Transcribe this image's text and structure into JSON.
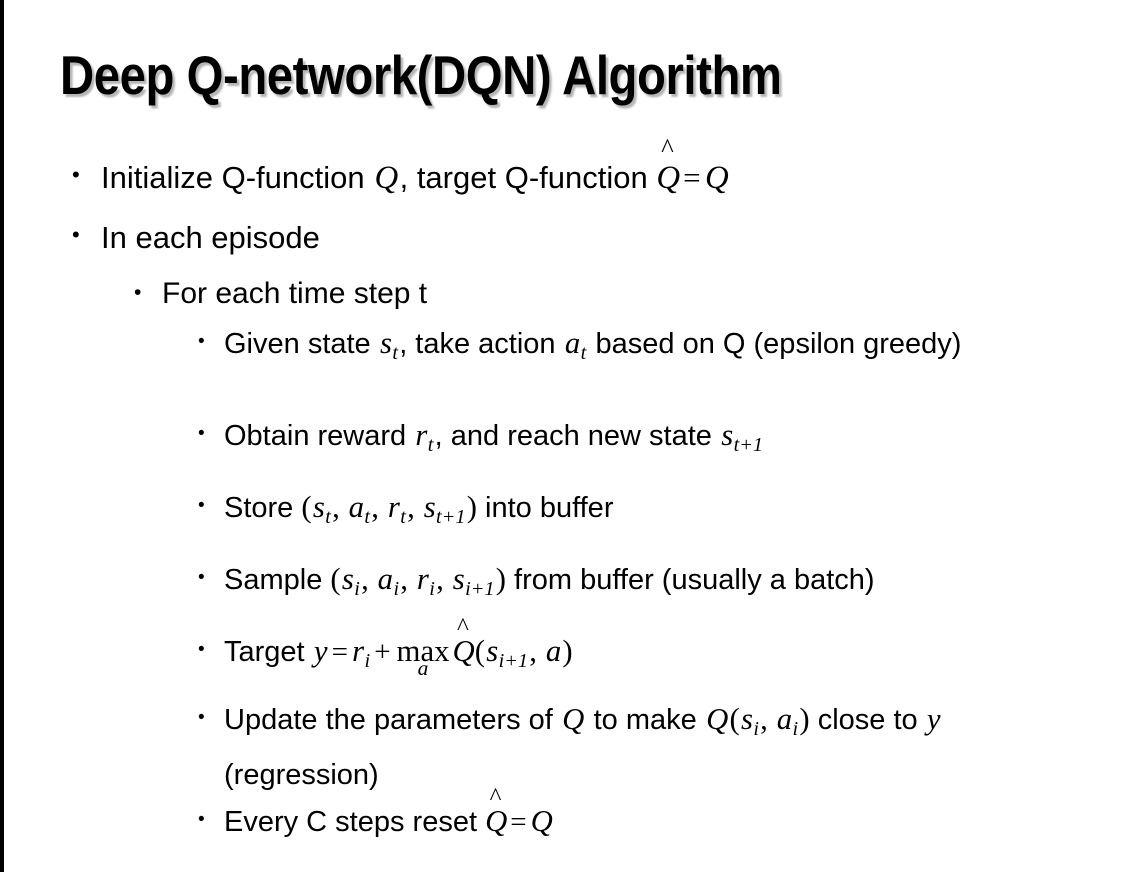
{
  "slide": {
    "title": "Deep Q-network(DQN) Algorithm",
    "background_color": "#ffffff",
    "text_color": "#000000",
    "left_border_color": "#000000",
    "bullet_glyph": "•"
  },
  "bullets": {
    "b1": {
      "level": 1,
      "pre": "Initialize Q-function ",
      "var_q1": "Q",
      "mid": ", target Q-function ",
      "qhat": "Q",
      "hat": "^",
      "eq": "=",
      "var_q2": "Q"
    },
    "b2": {
      "level": 1,
      "text": "In each episode"
    },
    "b3": {
      "level": 2,
      "text": "For each time step t"
    },
    "b4": {
      "level": 3,
      "pre": "Given state ",
      "s": "s",
      "s_sub": "t",
      "mid": ", take action ",
      "a": "a",
      "a_sub": "t",
      "post": " based on Q (epsilon greedy)"
    },
    "b5": {
      "level": 3,
      "pre": "Obtain reward ",
      "r": "r",
      "r_sub": "t",
      "mid": ", and reach new state ",
      "s": "s",
      "s_sub": "t+1"
    },
    "b6": {
      "level": 3,
      "pre": "Store ",
      "open": "(",
      "s1": "s",
      "s1_sub": "t",
      "c1": ", ",
      "a1": "a",
      "a1_sub": "t",
      "c2": ", ",
      "r1": "r",
      "r1_sub": "t",
      "c3": ", ",
      "s2": "s",
      "s2_sub": "t+1",
      "close": ")",
      "post": " into buffer"
    },
    "b7": {
      "level": 3,
      "pre": "Sample ",
      "open": "(",
      "s1": "s",
      "s1_sub": "i",
      "c1": ", ",
      "a1": "a",
      "a1_sub": "i",
      "c2": ", ",
      "r1": "r",
      "r1_sub": "i",
      "c3": ", ",
      "s2": "s",
      "s2_sub": "i+1",
      "close": ")",
      "post": " from buffer (usually a batch)"
    },
    "b8": {
      "level": 3,
      "pre": "Target ",
      "y": "y",
      "eq": "=",
      "r": "r",
      "r_sub": "i",
      "plus": "+",
      "max_op": "max",
      "max_limit": "a",
      "qhat": "Q",
      "hat": "^",
      "open": "(",
      "s": "s",
      "s_sub": "i+1",
      "comma": ", ",
      "a": "a",
      "close": ")"
    },
    "b9": {
      "level": 3,
      "pre": "Update the parameters of ",
      "q1": "Q",
      "mid": " to make ",
      "q2": "Q",
      "open": "(",
      "s": "s",
      "s_sub": "i",
      "comma": ", ",
      "a": "a",
      "a_sub": "i",
      "close": ")",
      "post": " close to ",
      "y": "y",
      "tail": " (regression)"
    },
    "b10": {
      "level": 3,
      "pre": "Every C steps reset ",
      "qhat": "Q",
      "hat": "^",
      "eq": "=",
      "q": "Q"
    }
  }
}
